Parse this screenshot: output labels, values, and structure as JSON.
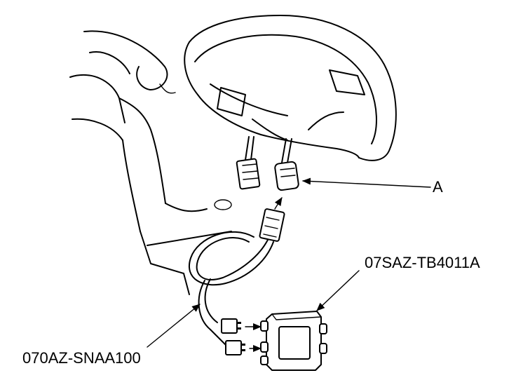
{
  "callouts": {
    "connector": "A",
    "tool_box": "07SAZ-TB4011A",
    "tool_harness": "070AZ-SNAA100"
  },
  "colors": {
    "line": "#000000",
    "background": "#ffffff"
  }
}
